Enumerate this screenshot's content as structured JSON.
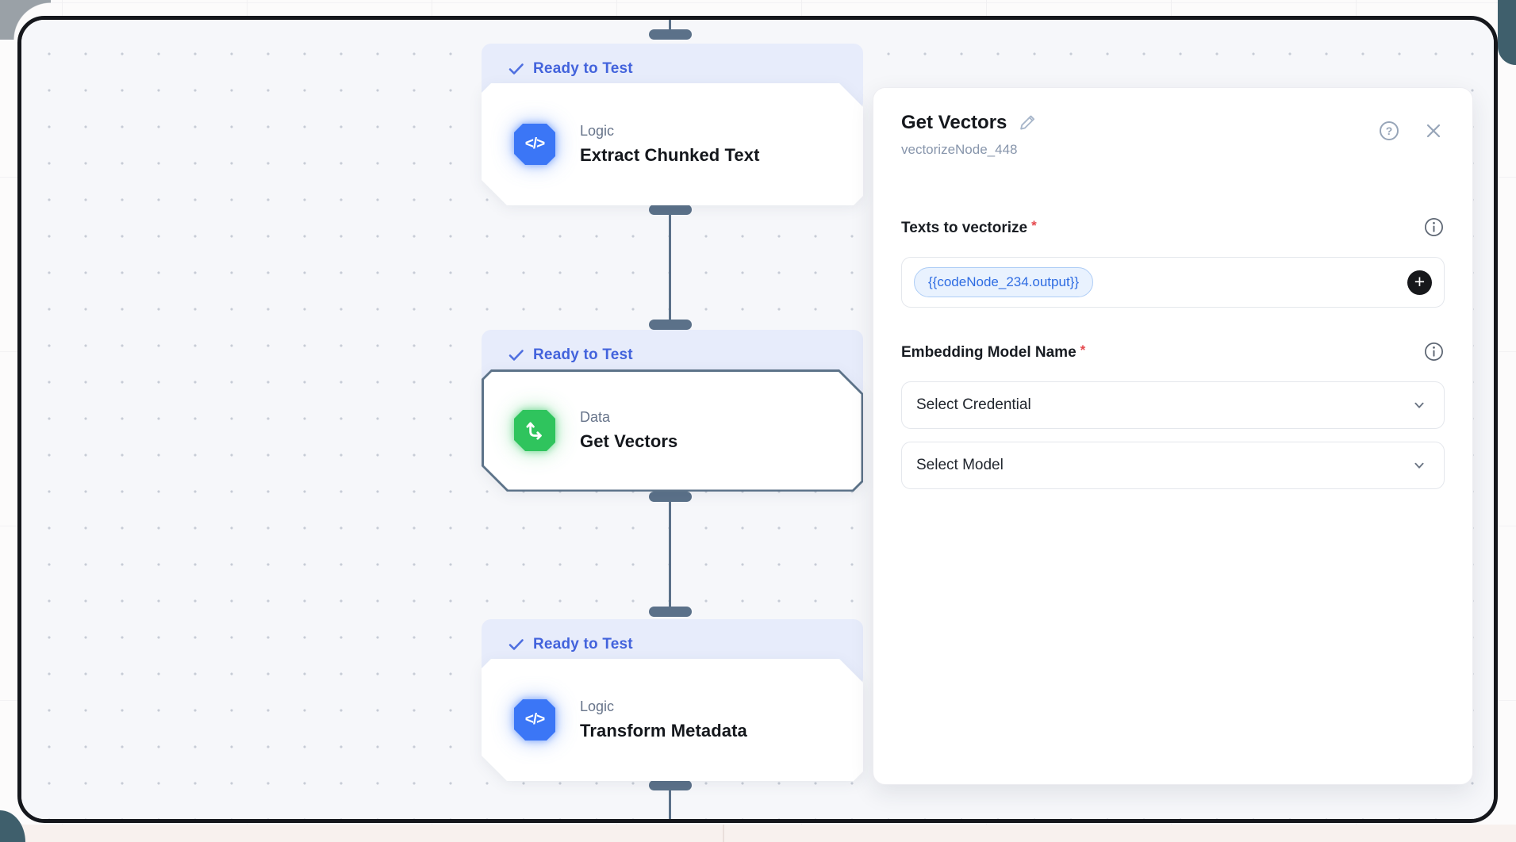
{
  "canvas": {
    "nodes": [
      {
        "status": "Ready to Test",
        "category": "Logic",
        "title": "Extract Chunked Text",
        "icon": "code-icon"
      },
      {
        "status": "Ready to Test",
        "category": "Data",
        "title": "Get Vectors",
        "icon": "vector-icon",
        "selected": true
      },
      {
        "status": "Ready to Test",
        "category": "Logic",
        "title": "Transform Metadata",
        "icon": "code-icon"
      }
    ]
  },
  "panel": {
    "title": "Get Vectors",
    "node_id": "vectorizeNode_448",
    "texts_field": {
      "label": "Texts to vectorize",
      "required_mark": "*",
      "chip_value": "{{codeNode_234.output}}"
    },
    "embedding_field": {
      "label": "Embedding Model Name",
      "required_mark": "*",
      "credential_placeholder": "Select Credential",
      "model_placeholder": "Select Model"
    }
  },
  "icons": {
    "code_glyph": "</>",
    "plus_glyph": "+",
    "question_glyph": "?"
  },
  "colors": {
    "accent_blue": "#3b76f6",
    "accent_green": "#2fc45d",
    "badge_text": "#4363dc",
    "badge_bg": "#e7ecfb",
    "connector": "#5b7189",
    "chip_text": "#2e6ce2",
    "required": "#e5484d",
    "frame_border": "#15171c"
  }
}
